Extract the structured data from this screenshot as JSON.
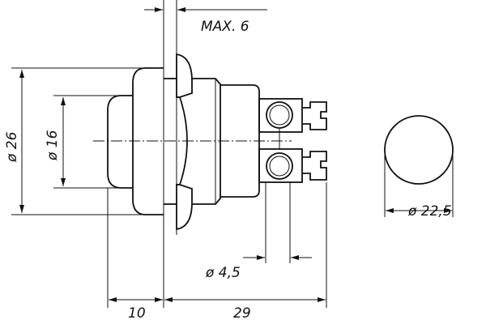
{
  "drawing": {
    "dims": {
      "max_thickness": "MAX. 6",
      "cap_diameter": "ø 26",
      "button_diameter": "ø 16",
      "front_diameter": "ø 22,5",
      "terminal_spacing": "ø 4,5",
      "button_length": "10",
      "body_length": "29"
    }
  }
}
